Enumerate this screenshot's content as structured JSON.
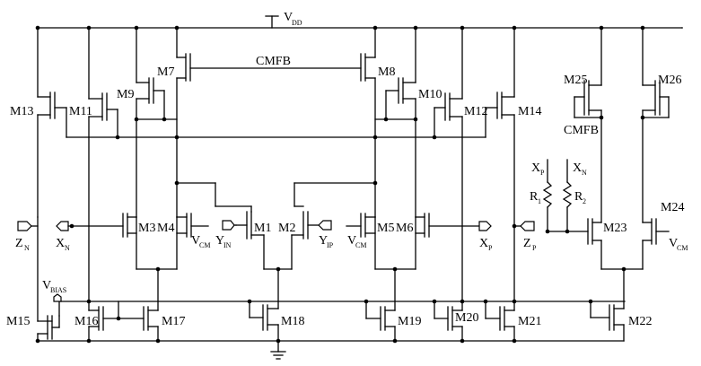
{
  "supply": {
    "main": "V",
    "sub": "DD"
  },
  "cmfb": "CMFB",
  "transistors": [
    {
      "id": "m7",
      "text": "M7"
    },
    {
      "id": "m8",
      "text": "M8"
    },
    {
      "id": "m9",
      "text": "M9"
    },
    {
      "id": "m10",
      "text": "M10"
    },
    {
      "id": "m11",
      "text": "M11"
    },
    {
      "id": "m12",
      "text": "M12"
    },
    {
      "id": "m13",
      "text": "M13"
    },
    {
      "id": "m14",
      "text": "M14"
    },
    {
      "id": "m25",
      "text": "M25"
    },
    {
      "id": "m26",
      "text": "M26"
    },
    {
      "id": "m1",
      "text": "M1"
    },
    {
      "id": "m2",
      "text": "M2"
    },
    {
      "id": "m3",
      "text": "M3"
    },
    {
      "id": "m4",
      "text": "M4"
    },
    {
      "id": "m5",
      "text": "M5"
    },
    {
      "id": "m6",
      "text": "M6"
    },
    {
      "id": "m23",
      "text": "M23"
    },
    {
      "id": "m24",
      "text": "M24"
    },
    {
      "id": "m15",
      "text": "M15"
    },
    {
      "id": "m16",
      "text": "M16"
    },
    {
      "id": "m17",
      "text": "M17"
    },
    {
      "id": "m18",
      "text": "M18"
    },
    {
      "id": "m19",
      "text": "M19"
    },
    {
      "id": "m20",
      "text": "M20"
    },
    {
      "id": "m21",
      "text": "M21"
    },
    {
      "id": "m22",
      "text": "M22"
    }
  ],
  "signals": [
    {
      "id": "zn",
      "main": "Z",
      "sub": "N"
    },
    {
      "id": "xn-in",
      "main": "X",
      "sub": "N"
    },
    {
      "id": "vcm-m4",
      "main": "V",
      "sub": "CM"
    },
    {
      "id": "yin",
      "main": "Y",
      "sub": "IN"
    },
    {
      "id": "yip",
      "main": "Y",
      "sub": "IP"
    },
    {
      "id": "vcm-m5",
      "main": "V",
      "sub": "CM"
    },
    {
      "id": "xp-out",
      "main": "X",
      "sub": "P"
    },
    {
      "id": "zp",
      "main": "Z",
      "sub": "P"
    },
    {
      "id": "xp-r",
      "main": "X",
      "sub": "P"
    },
    {
      "id": "xn-r",
      "main": "X",
      "sub": "N"
    },
    {
      "id": "r1",
      "main": "R",
      "sub": "1"
    },
    {
      "id": "r2",
      "main": "R",
      "sub": "2"
    },
    {
      "id": "vcm-m24",
      "main": "V",
      "sub": "CM"
    },
    {
      "id": "vbias",
      "main": "V",
      "sub": "BIAS"
    }
  ]
}
